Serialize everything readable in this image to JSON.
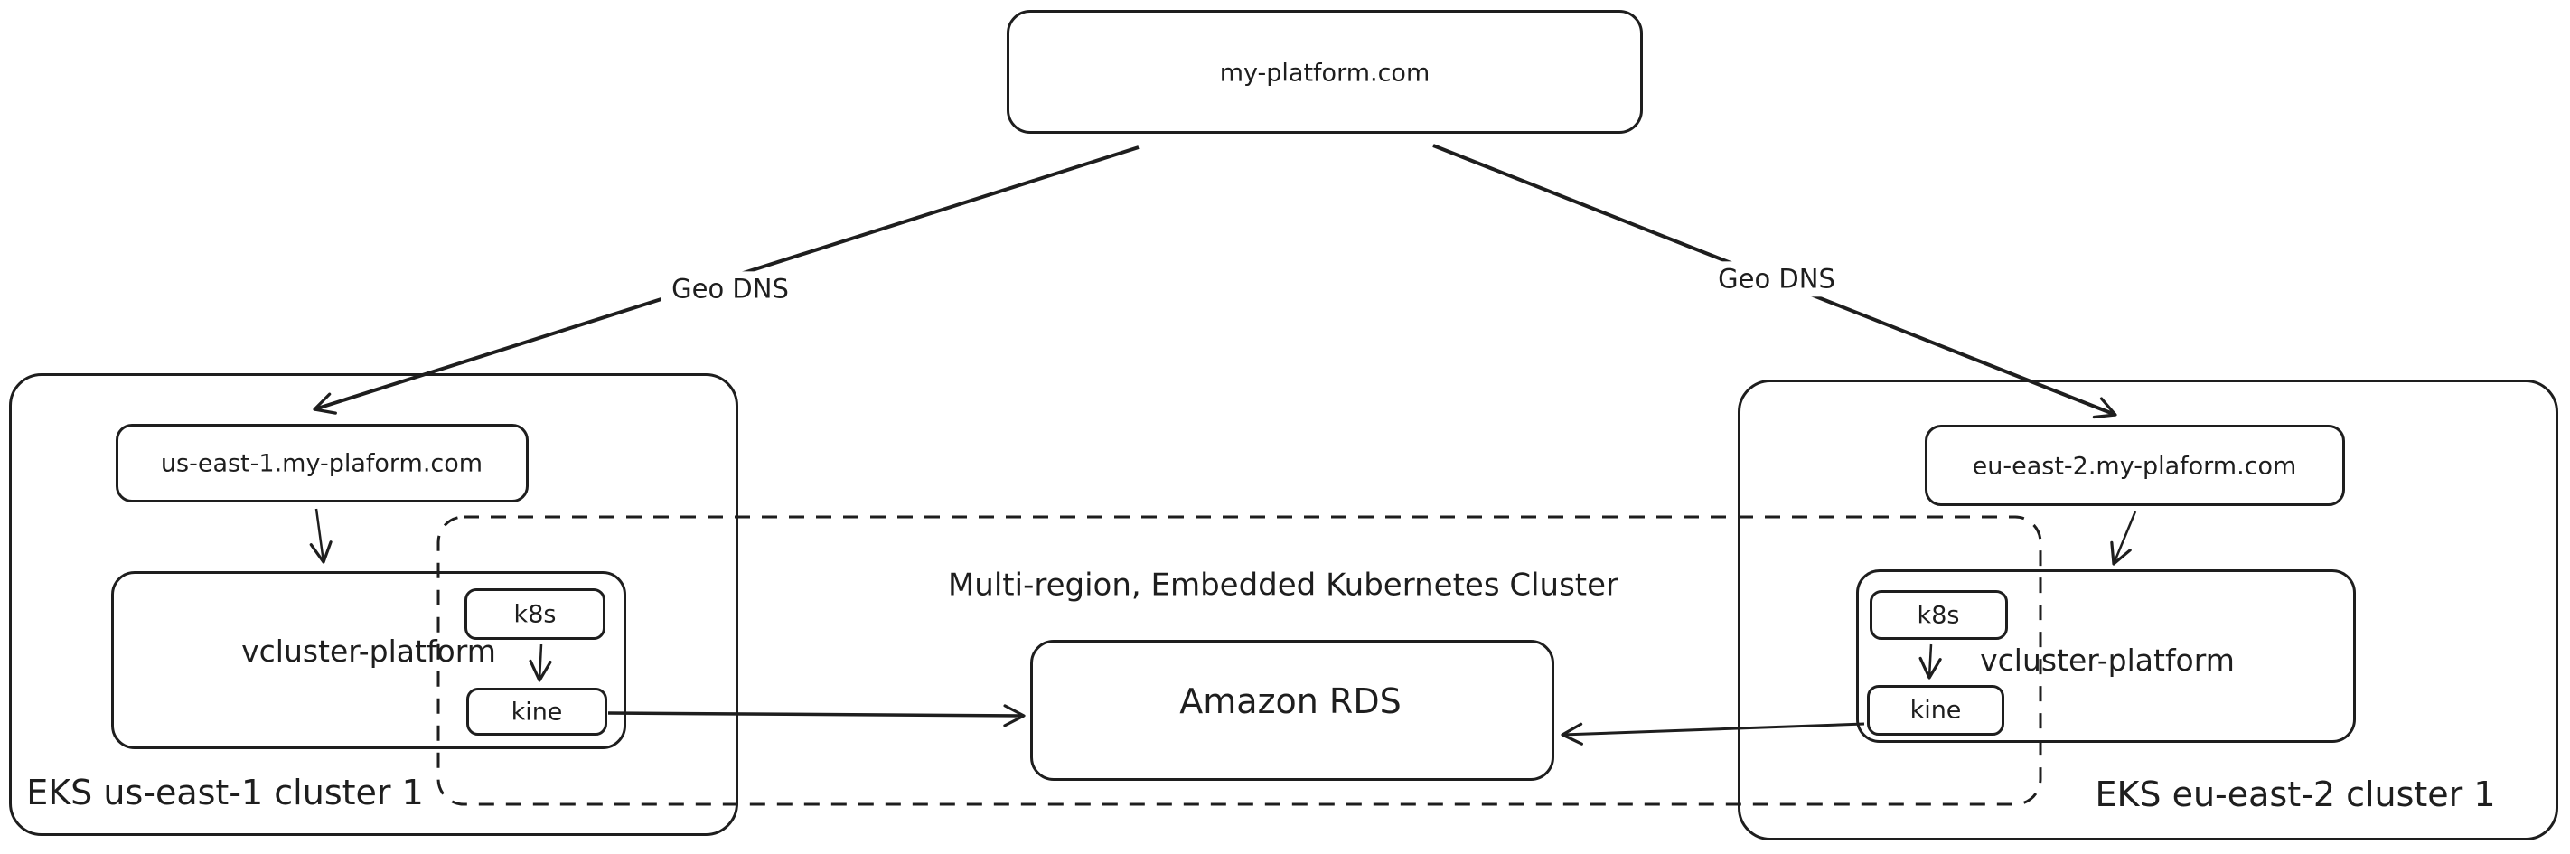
{
  "diagram": {
    "colors": {
      "stroke": "#1e1e1e",
      "background": "#ffffff"
    },
    "root": {
      "label": "my-platform.com"
    },
    "edges": {
      "geo_dns_left": "Geo DNS",
      "geo_dns_right": "Geo DNS"
    },
    "multi_region_group": {
      "title": "Multi-region, Embedded Kubernetes Cluster",
      "database_label": "Amazon RDS"
    },
    "left_cluster": {
      "name": "EKS us-east-1 cluster 1",
      "endpoint": "us-east-1.my-plaform.com",
      "platform_label": "vcluster-platform",
      "k8s_label": "k8s",
      "kine_label": "kine"
    },
    "right_cluster": {
      "name": "EKS eu-east-2 cluster 1",
      "endpoint": "eu-east-2.my-plaform.com",
      "platform_label": "vcluster-platform",
      "k8s_label": "k8s",
      "kine_label": "kine"
    }
  }
}
